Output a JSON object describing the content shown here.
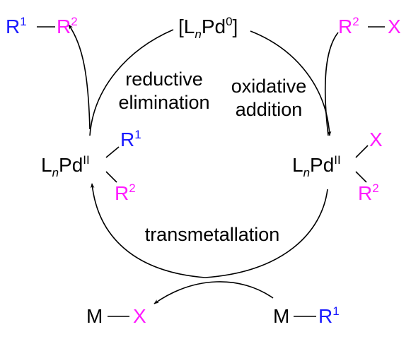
{
  "colors": {
    "r1": "#1a1aff",
    "r2": "#ff1aff",
    "x": "#ff1aff",
    "line": "#000000"
  },
  "catalyst": {
    "bracket_open": "[",
    "L": "L",
    "n": "n",
    "Pd": "Pd",
    "ox": "0",
    "bracket_close": "]"
  },
  "product": {
    "R": "R",
    "r1_sup": "1",
    "r2_sup": "2"
  },
  "substrate": {
    "R": "R",
    "sup": "2",
    "X": "X"
  },
  "pd2_left": {
    "L": "L",
    "n": "n",
    "Pd": "Pd",
    "ox": "II",
    "R": "R",
    "r1_sup": "1",
    "r2_sup": "2"
  },
  "pd2_right": {
    "L": "L",
    "n": "n",
    "Pd": "Pd",
    "ox": "II",
    "X": "X",
    "R": "R",
    "r2_sup": "2"
  },
  "salt_left": {
    "M": "M",
    "X": "X"
  },
  "reagent_right": {
    "M": "M",
    "R": "R",
    "sup": "1"
  },
  "steps": {
    "reductive_1": "reductive",
    "reductive_2": "elimination",
    "oxidative_1": "oxidative",
    "oxidative_2": "addition",
    "transmetallation": "transmetallation"
  }
}
